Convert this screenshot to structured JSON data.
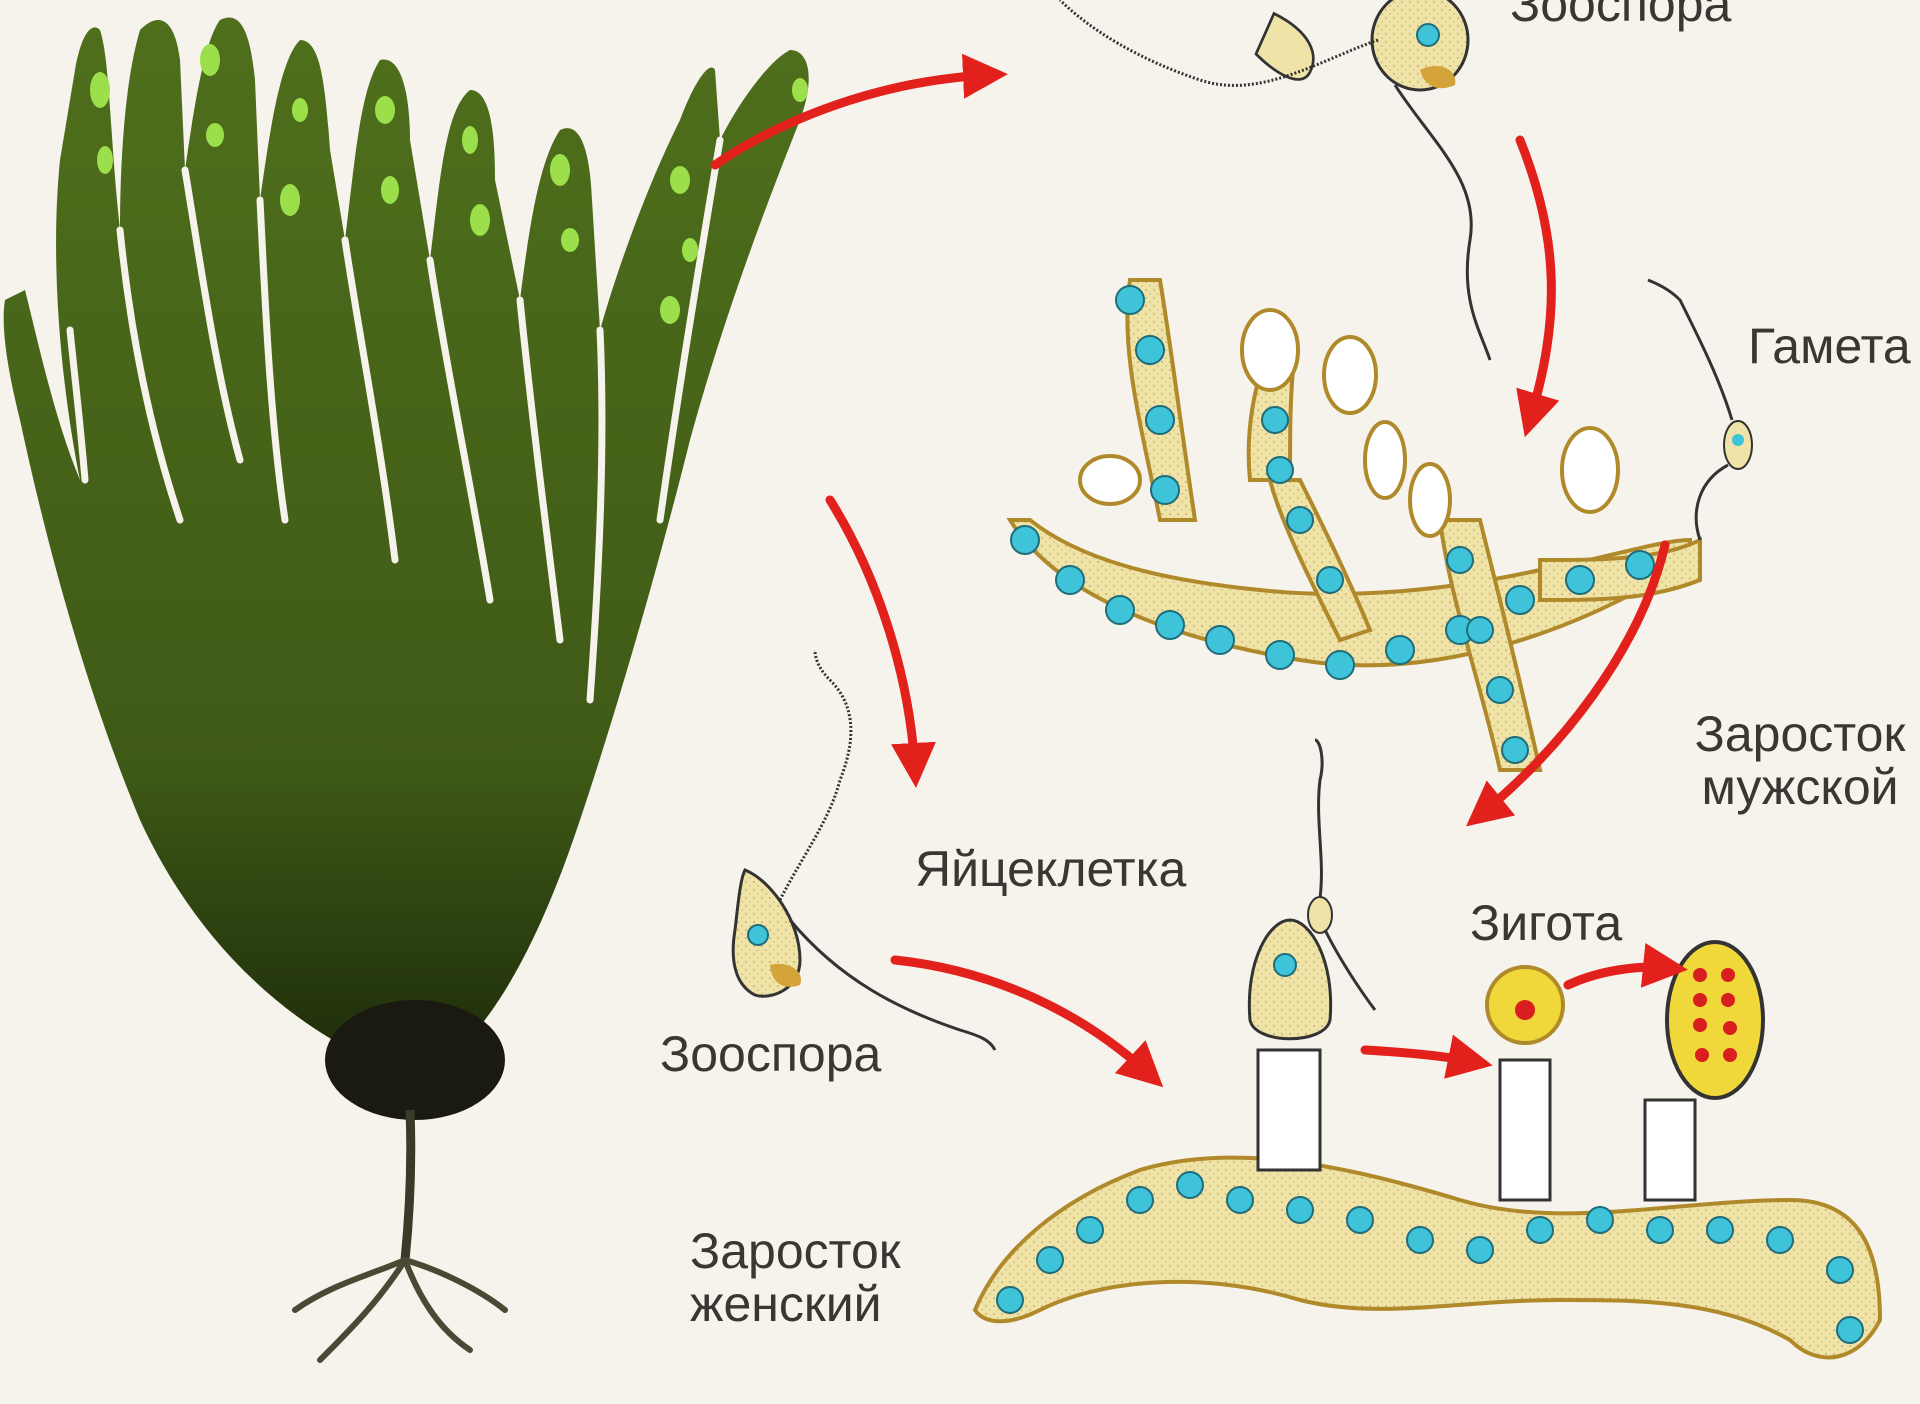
{
  "labels": {
    "zoospore_top": "Зооспора",
    "gameta": "Гамета",
    "zarostok_muzh_line1": "Заросток",
    "zarostok_muzh_line2": "мужской",
    "yaytsekletka": "Яйцеклетка",
    "zigota": "Зигота",
    "zoospore_left": "Зооспора",
    "zarostok_zhen_line1": "Заросток",
    "zarostok_zhen_line2": "женский"
  },
  "colors": {
    "background": "#f6f2ec",
    "kelp_dark": "#2f4a12",
    "kelp": "#4f6f1c",
    "kelp_spot": "#9be04a",
    "cell_fill": "#efe3a8",
    "cell_outline": "#b08a2a",
    "nucleus": "#3fc3d8",
    "arrow": "#e3211c",
    "zygote": "#f0d83a",
    "zygote_core": "#d81e1e"
  }
}
